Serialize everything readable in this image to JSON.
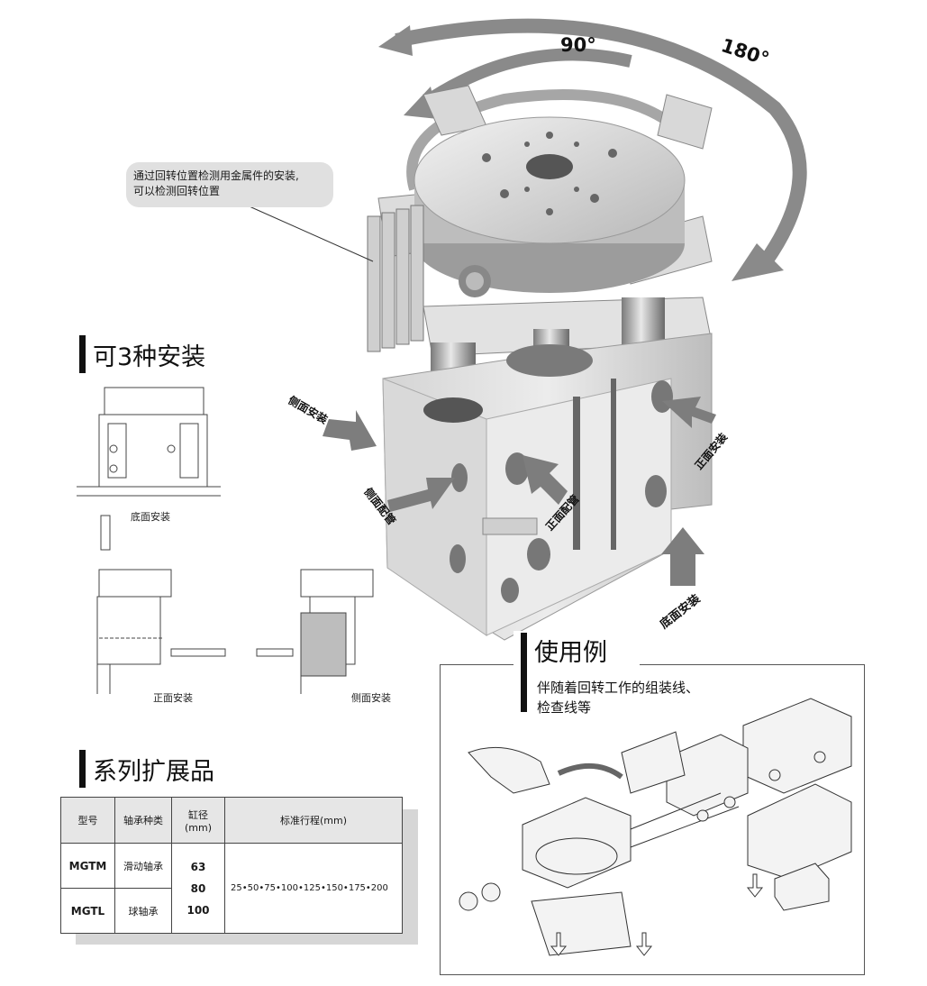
{
  "rotation": {
    "angle_90": "90°",
    "angle_180": "180°"
  },
  "callout": {
    "line1": "通过回转位置检测用金属件的安装,",
    "line2": "可以检测回转位置"
  },
  "sections": {
    "mounting_title": "可3种安装",
    "series_title": "系列扩展品",
    "usage_title": "使用例"
  },
  "mounting_diagrams": {
    "bottom": "底面安装",
    "front": "正面安装",
    "side": "侧面安装"
  },
  "arrow_labels": {
    "side_mount": "侧面安装",
    "side_piping": "侧面配管",
    "front_piping": "正面配管",
    "front_mount": "正面安装",
    "bottom_mount": "底面安装"
  },
  "usage": {
    "line1": "伴随着回转工作的组装线、",
    "line2": "检查线等"
  },
  "table": {
    "headers": {
      "model": "型号",
      "bearing": "轴承种类",
      "bore": "缸径\n(mm)",
      "stroke": "标准行程(mm)"
    },
    "rows": [
      {
        "model": "MGTM",
        "bearing": "滑动轴承"
      },
      {
        "model": "MGTL",
        "bearing": "球轴承"
      }
    ],
    "bores": [
      "63",
      "80",
      "100"
    ],
    "stroke_values": "25•50•75•100•125•150•175•200"
  },
  "colors": {
    "arrow_gray": "#8a8a8a",
    "metal_light": "#e4e4e4",
    "metal_mid": "#b9b9b9",
    "metal_dark": "#6d6d6d",
    "callout_bg": "#e0e0e0"
  }
}
